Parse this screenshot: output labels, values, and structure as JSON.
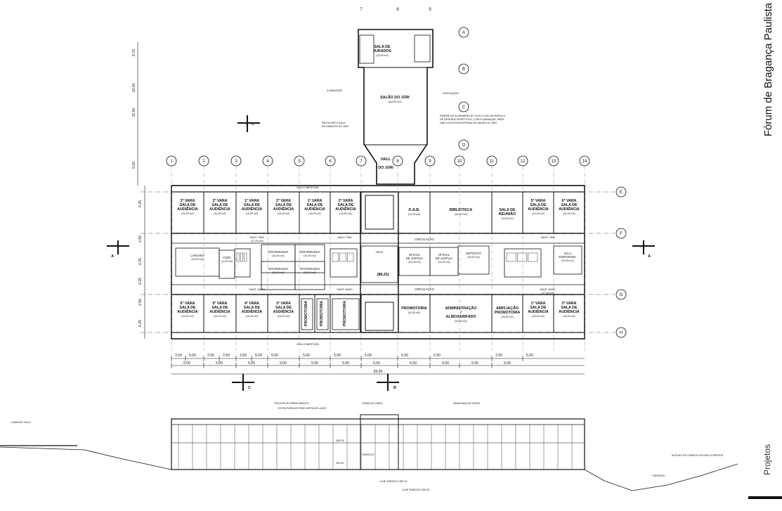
{
  "header": {
    "title": "Fórum de Bragança Paulista",
    "section": "Projetos"
  },
  "grid_cols": [
    "1",
    "2",
    "3",
    "4",
    "5",
    "6",
    "7",
    "8",
    "9",
    "10",
    "11",
    "12",
    "13",
    "14"
  ],
  "grid_rows": [
    "A",
    "B",
    "C",
    "D",
    "E",
    "F",
    "G",
    "H"
  ],
  "section_marks": {
    "a": "A",
    "b": "B",
    "c": "C"
  },
  "upper_rooms": [
    {
      "vara": "3ª VARA",
      "name": "SALA DE AUDIÊNCIA",
      "area": "(15,25 m2)"
    },
    {
      "vara": "2ª VARA",
      "name": "SALA DE AUDIÊNCIA",
      "area": "(15,25 m2)"
    },
    {
      "vara": "1ª VARA",
      "name": "SALA DE AUDIÊNCIA",
      "area": "(15,25 m2)"
    },
    {
      "vara": "2ª VARA",
      "name": "SALA DE AUDIÊNCIA",
      "area": "(15,25 m2)"
    },
    {
      "vara": "1ª VARA",
      "name": "SALA DE AUDIÊNCIA",
      "area": "(15,25 m2)"
    },
    {
      "vara": "2ª VARA",
      "name": "SALA DE AUDIÊNCIA",
      "area": "(15,25 m2)"
    }
  ],
  "upper_right_rooms": [
    {
      "name": "O.A.B.",
      "area": "(15,25 m2)"
    },
    {
      "name": "BIBLIOTECA",
      "area": "(62,50 m2)"
    },
    {
      "name": "SALA DE REUNIÃO",
      "area": "(15,25 m2)"
    },
    {
      "vara": "5ª VARA",
      "name": "SALA DE AUDIÊNCIA",
      "area": "(15,25 m2)"
    },
    {
      "vara": "6ª VARA",
      "name": "SALA DE AUDIÊNCIA",
      "area": "(15,25 m2)"
    }
  ],
  "mid_rooms": [
    {
      "name": "LANCHES",
      "area": "(15,00 m2)"
    },
    {
      "name": "COPA",
      "area": "(4,15 m2)"
    },
    {
      "name": "TESTEMUNHA",
      "area": "(10,00 m2)"
    },
    {
      "name": "TESTEMUNHA",
      "area": "(10,00 m2)"
    },
    {
      "name": "TESTEMUNHA",
      "area": "(10,00 m2)"
    },
    {
      "name": "TESTEMUNHA",
      "area": "(10,00 m2)"
    },
    {
      "name": "OFICIAL DE JUSTIÇA",
      "area": "(15,25 m2)"
    },
    {
      "name": "OFICIAL DE JUSTIÇA",
      "area": "(15,25 m2)"
    },
    {
      "name": "DEPÓSITO",
      "area": "(15,00 m2)"
    },
    {
      "name": "SALA DISPONÍVEL",
      "area": "(15,25 m2)"
    }
  ],
  "lower_rooms": [
    {
      "vara": "6ª VARA",
      "name": "SALA DE AUDIÊNCIA",
      "area": "(15,25 m2)"
    },
    {
      "vara": "5ª VARA",
      "name": "SALA DE AUDIÊNCIA",
      "area": "(15,25 m2)"
    },
    {
      "vara": "4ª VARA",
      "name": "SALA DE AUDIÊNCIA",
      "area": "(15,25 m2)"
    },
    {
      "vara": "3ª VARA",
      "name": "SALA DE AUDIÊNCIA",
      "area": "(15,25 m2)"
    },
    {
      "name": "PROMOTORIA"
    },
    {
      "name": "PROMOTORIA"
    },
    {
      "name": "PROMOTORIA"
    }
  ],
  "lower_right_rooms": [
    {
      "name": "PROMOTORIA",
      "area": "(31,25 m2)"
    },
    {
      "name": "ADMINISTRAÇÃO / ALMOXARIFADO",
      "area": "(62,50 m2)"
    },
    {
      "name": "AMPLIAÇÃO PROMOTORIA",
      "area": "(15,25 m2)"
    },
    {
      "vara": "1ª VARA",
      "name": "SALA DE AUDIÊNCIA",
      "area": "(15,25 m2)"
    },
    {
      "vara": "2ª VARA",
      "name": "SALA DE AUDIÊNCIA",
      "area": "(15,25 m2)"
    }
  ],
  "top_wing": {
    "jury_room": "SALA DE JURADOS",
    "jury_area": "(23,00 m2)",
    "hall": "SALÃO DO JÚRI",
    "hall_area": "(119,00 m2)",
    "hall_lobby": "HALL DO JÚRI",
    "wall_note": "PAREDE DE ALVENARIA DE TIJOLO COM UM MÓDULO DE DESENHO REPETITIVO, COM ILUMINAÇÃO, PARA DAR A ACÚSTICA INTERNA DO SALÃO DO JÚRI",
    "left_note": "RECOLHER A SALA DE DEBATES DO JURI"
  },
  "labels": {
    "circulacao": "CIRCULAÇÃO",
    "viga_cobertura": "VIGA COBERTURA",
    "hall": "HALL",
    "area_central": "(88,23)",
    "sanit_fem": "SANIT. FEM.",
    "sanit_masc": "SANIT. MASC.",
    "sanit_area": "(17,00 m2)",
    "iluminacao": "ILUMINAÇÃO",
    "ventilacao": "VENTILAÇÃO"
  },
  "dimensions": {
    "row1": [
      "2.50",
      "5.00",
      "2.50",
      "2.50",
      "2.50",
      "5.00",
      "5.00",
      "5.00",
      "5.00",
      "5.00",
      "5.00",
      "2.50",
      "2.50",
      "5.00"
    ],
    "row2": [
      "5.00",
      "5.00",
      "5.00",
      "5.00",
      "5.00",
      "5.00",
      "5.00",
      "5.00",
      "5.00",
      "5.00",
      "5.00"
    ],
    "total": "65.00",
    "vertical_left": [
      "6.25",
      "2.50",
      "6.25",
      "6.25",
      "2.50",
      "6.25"
    ],
    "vertical_top": [
      "8.75",
      "10.00",
      "12.50",
      "5.00"
    ]
  },
  "section": {
    "n1": "TECHOS DE FIBROCIMENTO",
    "n2": "ESTRUTURA DE FEIXE MISTA DE LAJES",
    "n3": "DOMO DE VIDRO",
    "n4": "VENEZIANA DE VIDRO",
    "n5": "LINHA DE SOLO",
    "n6": "ACESSO DE CARROS OFICIAIS E PRESOS",
    "n7": "CÓRREGO",
    "level1": "895.35",
    "level2": "891.50",
    "level3": "LAJE SUBSOLO 887.10",
    "level4": "LAJE SUBSOLO 892.00",
    "subsolo": "SUBSOLO"
  }
}
